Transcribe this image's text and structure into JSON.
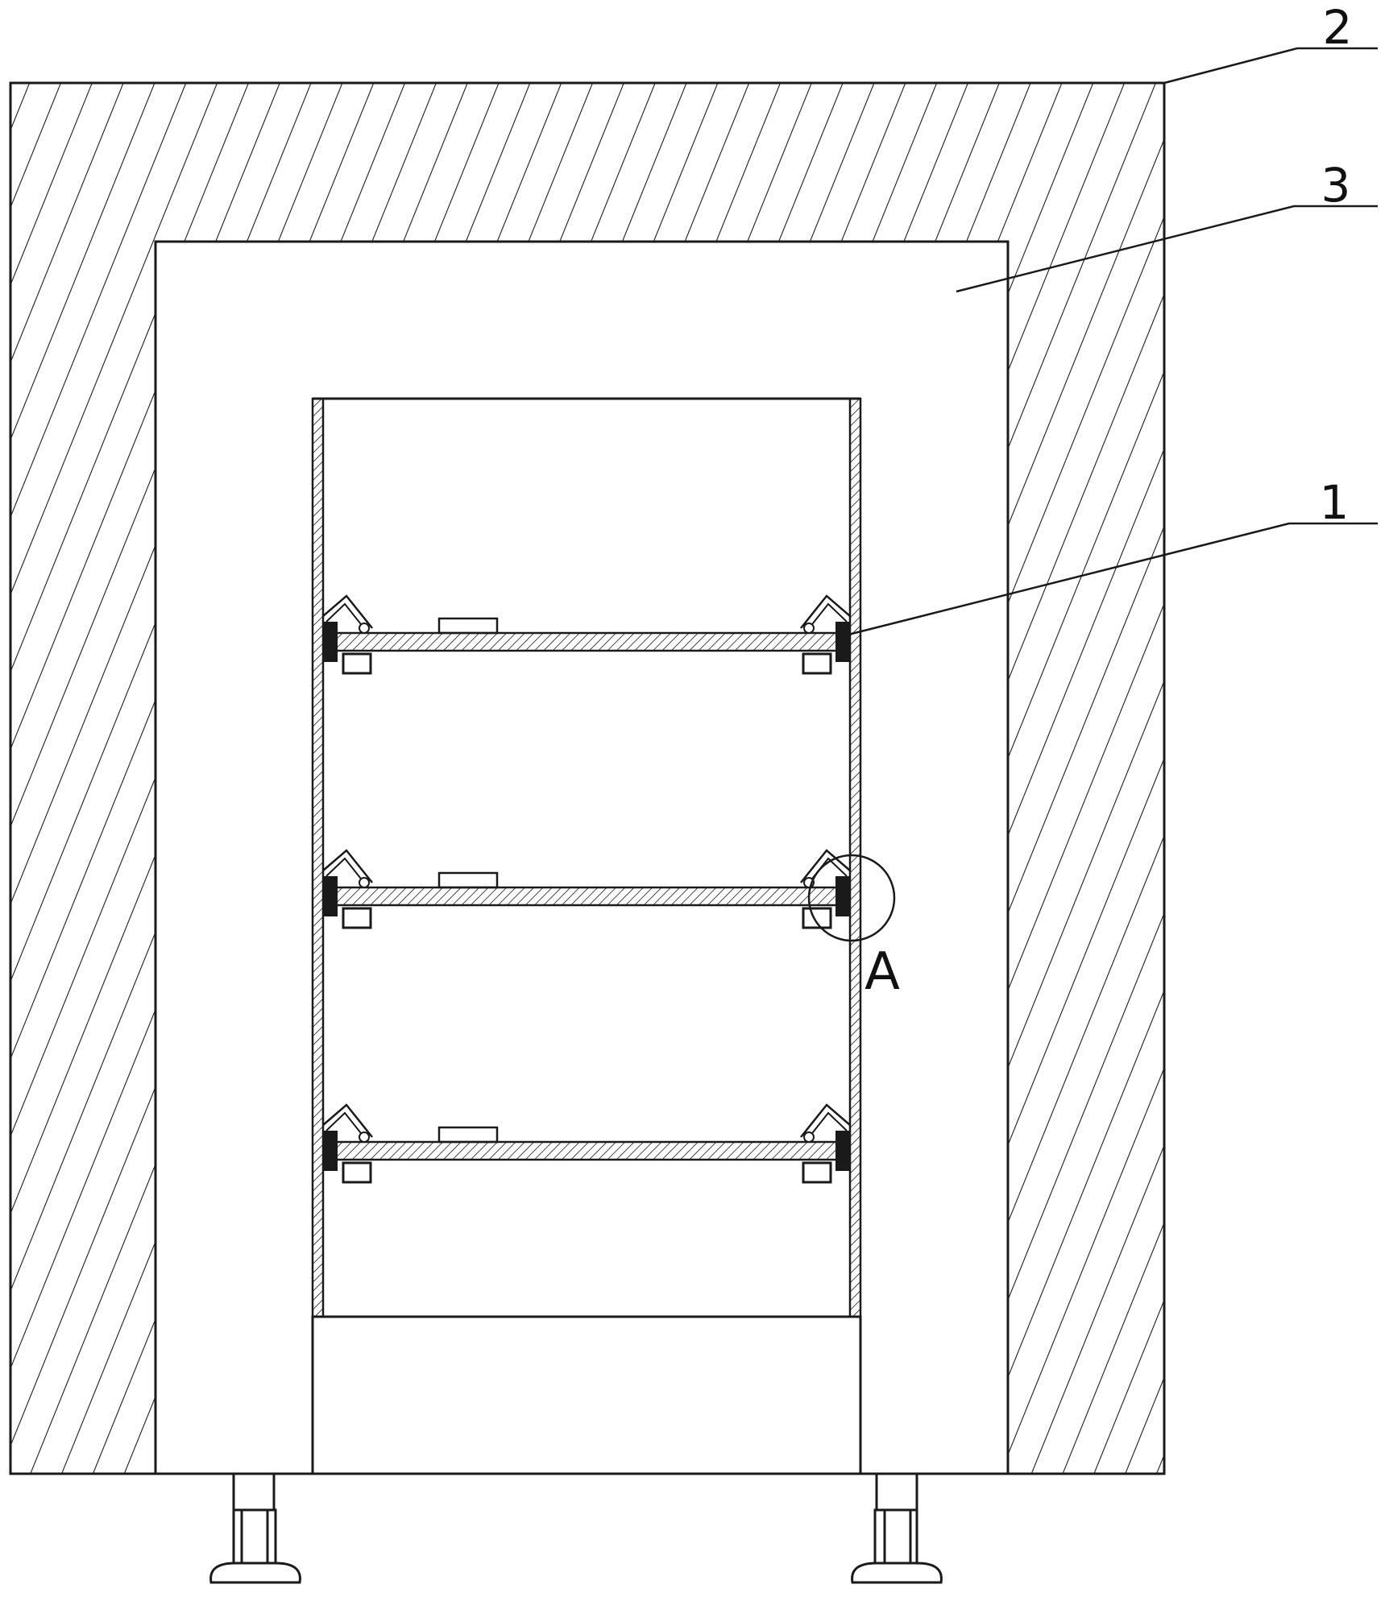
{
  "callouts": {
    "ref_1": "1",
    "ref_2": "2",
    "ref_3": "3"
  },
  "detail": {
    "label": "A"
  },
  "colors": {
    "line": "#1a1a1a",
    "background": "#ffffff"
  }
}
